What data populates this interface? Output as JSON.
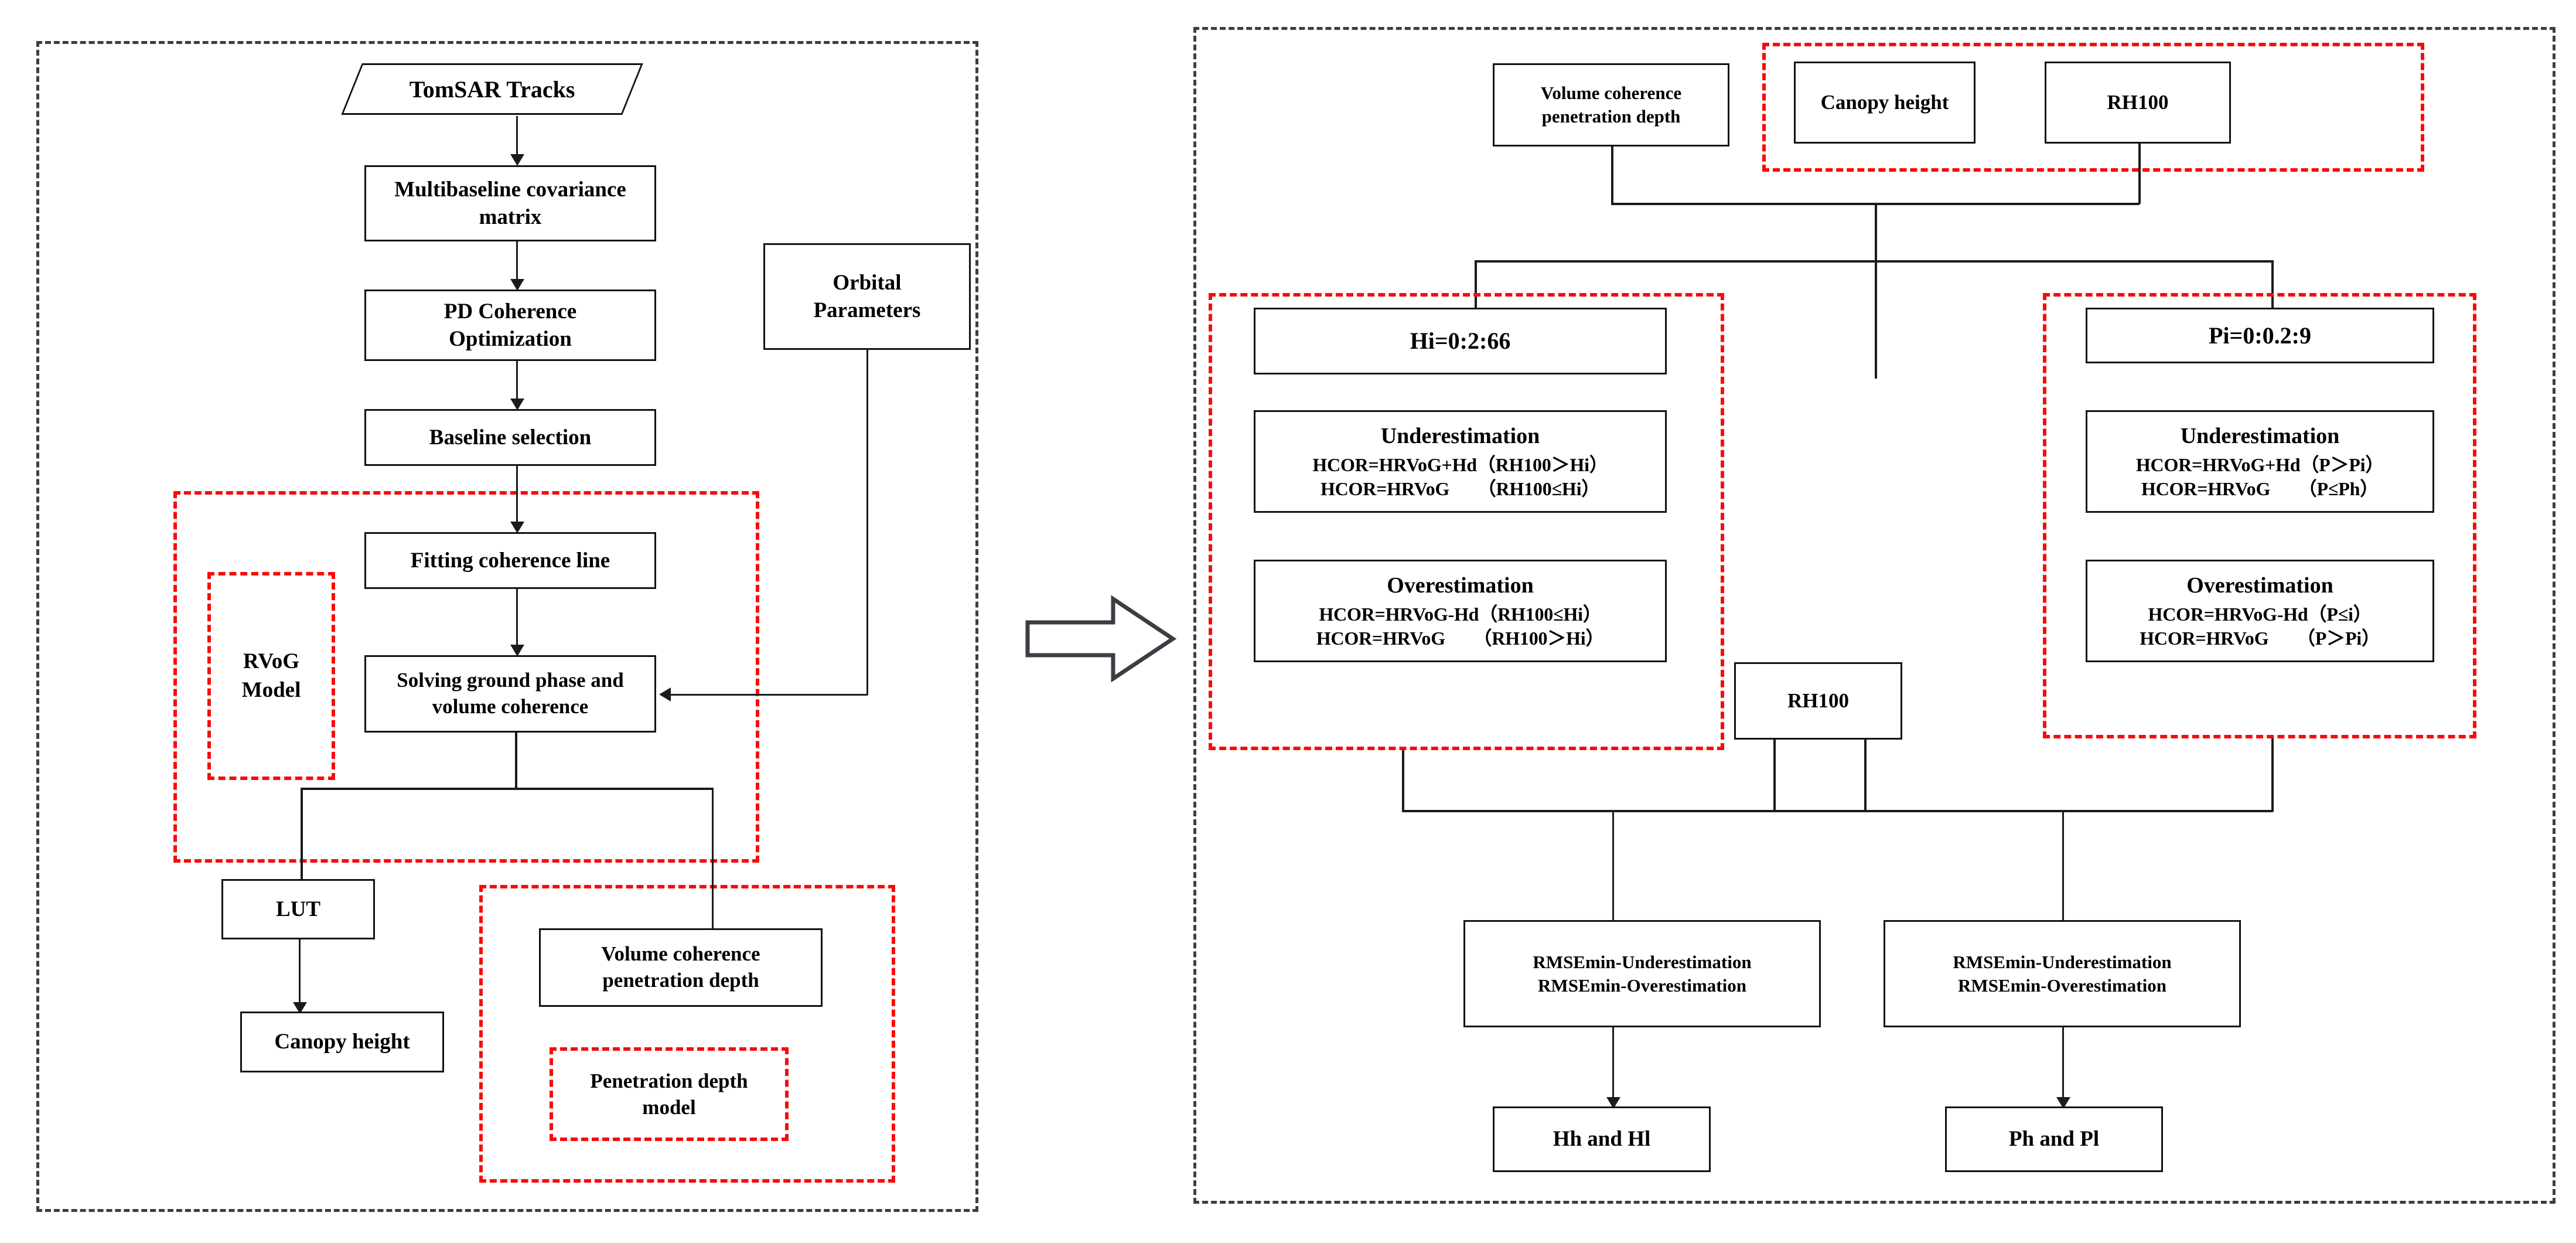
{
  "diagram": {
    "title": "TomSAR canopy height / penetration depth correction workflow",
    "colors": {
      "panel_border": "#3a3f45",
      "group_border": "#fa0a0a",
      "node_border": "#121212",
      "connector": "#1b1b1b",
      "background": "#ffffff"
    }
  },
  "left_panel": {
    "input": {
      "label": "TomSAR Tracks"
    },
    "nodes": {
      "covariance": {
        "line1": "Multibaseline covariance",
        "line2": "matrix"
      },
      "pd_coherence": {
        "line1": "PD Coherence",
        "line2": "Optimization"
      },
      "baseline": {
        "line1": "Baseline selection"
      },
      "fitting": {
        "line1": "Fitting coherence line"
      },
      "solving": {
        "line1": "Solving ground phase and",
        "line2": "volume coherence"
      },
      "orbital": {
        "line1": "Orbital",
        "line2": "Parameters"
      },
      "lut": {
        "line1": "LUT"
      },
      "canopy_height": {
        "line1": "Canopy height"
      },
      "volume_pd": {
        "line1": "Volume coherence",
        "line2": "penetration depth"
      }
    },
    "groups": {
      "rvog_model": {
        "line1": "RVoG",
        "line2": "Model"
      },
      "penetration_model": {
        "line1": "Penetration depth",
        "line2": "model"
      }
    }
  },
  "right_panel": {
    "inputs": {
      "volume_pd": {
        "line1": "Volume coherence",
        "line2": "penetration depth"
      },
      "canopy_height": {
        "line1": "Canopy height"
      },
      "rh100_top": {
        "line1": "RH100"
      },
      "rh100_mid": {
        "line1": "RH100"
      }
    },
    "left_branch": {
      "sweep": {
        "line1": "Hi=0:2:66"
      },
      "under": {
        "title": "Underestimation",
        "line1": "HCOR=HRVoG+Hd（RH100＞Hi）",
        "line2": "HCOR=HRVoG　　（RH100≤Hi）"
      },
      "over": {
        "title": "Overestimation",
        "line1": "HCOR=HRVoG-Hd（RH100≤Hi）",
        "line2": "HCOR=HRVoG　　（RH100＞Hi）"
      },
      "rmse": {
        "line1": "RMSEmin-Underestimation",
        "line2": "RMSEmin-Overestimation"
      },
      "output": {
        "line1": "Hh and Hl"
      }
    },
    "right_branch": {
      "sweep": {
        "line1": "Pi=0:0.2:9"
      },
      "under": {
        "title": "Underestimation",
        "line1": "HCOR=HRVoG+Hd（P＞Pi）",
        "line2": "HCOR=HRVoG　　（P≤Ph）"
      },
      "over": {
        "title": "Overestimation",
        "line1": "HCOR=HRVoG-Hd（P≤i）",
        "line2": "HCOR=HRVoG　　（P＞Pi）"
      },
      "rmse": {
        "line1": "RMSEmin-Underestimation",
        "line2": "RMSEmin-Overestimation"
      },
      "output": {
        "line1": "Ph and Pl"
      }
    }
  }
}
